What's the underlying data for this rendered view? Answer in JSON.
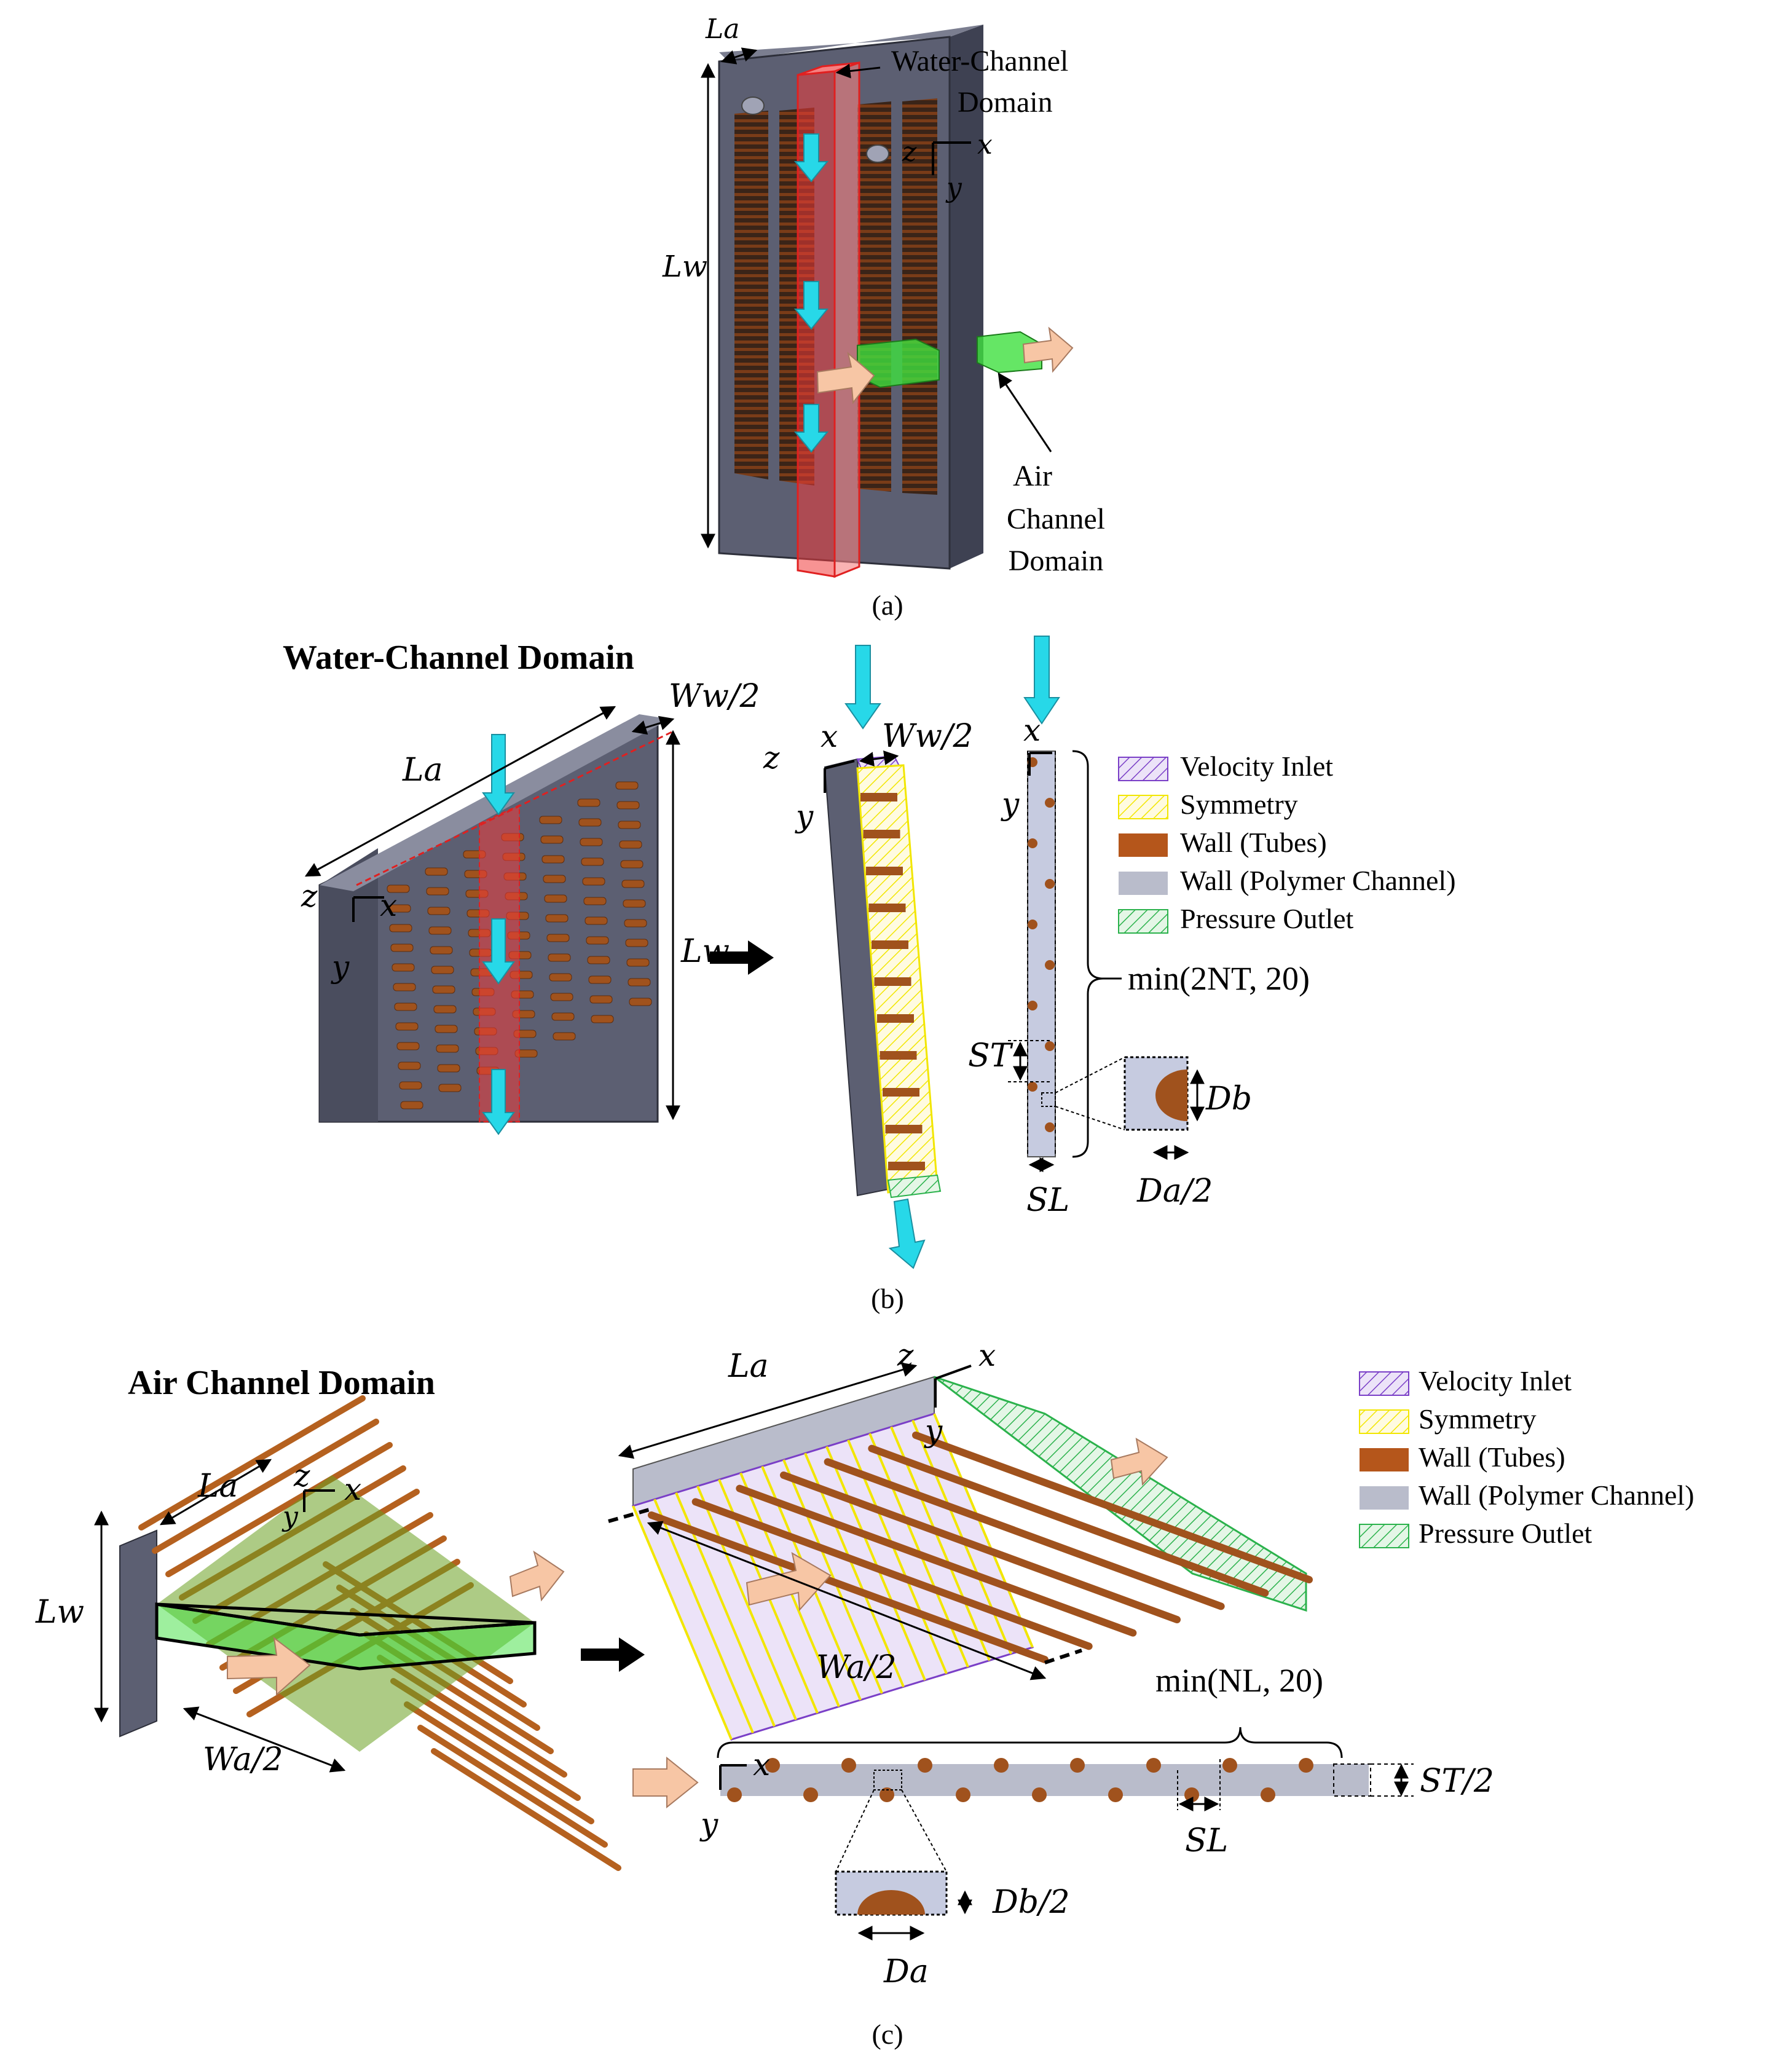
{
  "panel_a": {
    "caption": "(a)",
    "label_la": "La",
    "label_lw": "Lw",
    "water_channel_label_line1": "Water-Channel",
    "water_channel_label_line2": "Domain",
    "air_channel_label_line1": "Air",
    "air_channel_label_line2": "Channel",
    "air_channel_label_line3": "Domain",
    "axis_x": "x",
    "axis_y": "y",
    "axis_z": "z"
  },
  "panel_b": {
    "caption": "(b)",
    "title": "Water-Channel Domain",
    "label_la": "La",
    "label_lw": "Lw",
    "label_ww_half_left": "Ww/2",
    "label_ww_half_mid": "Ww/2",
    "label_st": "ST",
    "label_sl": "SL",
    "label_db": "Db",
    "label_da_half": "Da/2",
    "label_min": "min(2NT, 20)",
    "axis_x": "x",
    "axis_y": "y",
    "axis_z": "z"
  },
  "panel_c": {
    "caption": "(c)",
    "title": "Air Channel Domain",
    "label_la_left": "La",
    "label_la_right": "La",
    "label_lw": "Lw",
    "label_wa_half_left": "Wa/2",
    "label_wa_half_right": "Wa/2",
    "label_min": "min(NL, 20)",
    "label_st_half": "ST/2",
    "label_sl": "SL",
    "label_db_half": "Db/2",
    "label_da": "Da",
    "axis_x": "x",
    "axis_y": "y",
    "axis_z": "z"
  },
  "legend": [
    {
      "label": "Velocity Inlet",
      "color": "#7a3fc7",
      "pattern": "hatch"
    },
    {
      "label": "Symmetry",
      "color": "#f2e600",
      "pattern": "hatch"
    },
    {
      "label": "Wall (Tubes)",
      "color": "#b5561b",
      "pattern": "solid"
    },
    {
      "label": "Wall (Polymer Channel)",
      "color": "#b9bccb",
      "pattern": "solid"
    },
    {
      "label": "Pressure Outlet",
      "color": "#2bb24c",
      "pattern": "hatch"
    }
  ],
  "colors": {
    "water_flow_arrow": "#27d8e8",
    "air_flow_arrow": "#f7c6a5",
    "water_domain": "#f03a3a",
    "air_domain": "#3ee03e",
    "polymer": "#5c5f72",
    "tube": "#a0521d"
  }
}
